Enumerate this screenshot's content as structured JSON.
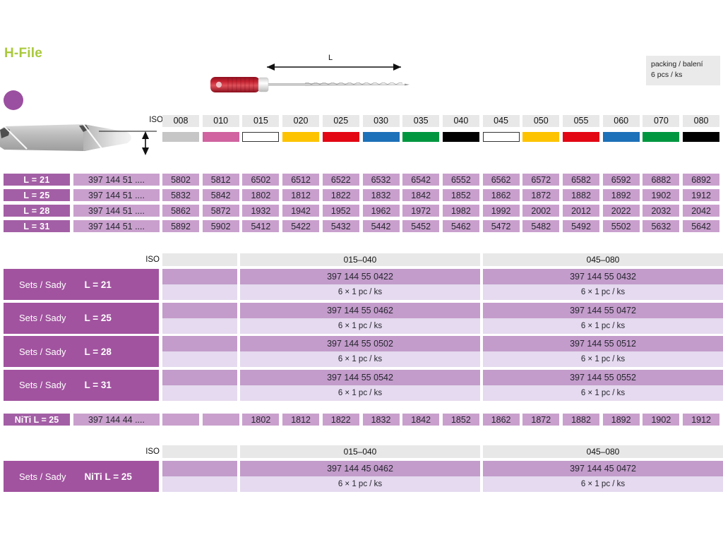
{
  "header": {
    "title": "H-File",
    "packing_line1": "packing / balení",
    "packing_line2": "6 pcs / ks",
    "length_label": "L"
  },
  "iso": {
    "label": "ISO",
    "sizes": [
      "008",
      "010",
      "015",
      "020",
      "025",
      "030",
      "035",
      "040",
      "045",
      "050",
      "055",
      "060",
      "070",
      "080"
    ],
    "colors": [
      "#c6c6c6",
      "#d063a0",
      "#ffffff",
      "#fdc300",
      "#e30613",
      "#1d71b8",
      "#009640",
      "#000000",
      "#ffffff",
      "#fdc300",
      "#e30613",
      "#1d71b8",
      "#009640",
      "#000000"
    ],
    "outlined": [
      false,
      false,
      true,
      false,
      false,
      false,
      false,
      false,
      true,
      false,
      false,
      false,
      false,
      false
    ]
  },
  "main_table": {
    "rows": [
      {
        "length": "L = 21",
        "article": "397 144 51 ....",
        "codes": [
          "5802",
          "5812",
          "6502",
          "6512",
          "6522",
          "6532",
          "6542",
          "6552",
          "6562",
          "6572",
          "6582",
          "6592",
          "6882",
          "6892"
        ]
      },
      {
        "length": "L = 25",
        "article": "397 144 51 ....",
        "codes": [
          "5832",
          "5842",
          "1802",
          "1812",
          "1822",
          "1832",
          "1842",
          "1852",
          "1862",
          "1872",
          "1882",
          "1892",
          "1902",
          "1912"
        ]
      },
      {
        "length": "L = 28",
        "article": "397 144 51 ....",
        "codes": [
          "5862",
          "5872",
          "1932",
          "1942",
          "1952",
          "1962",
          "1972",
          "1982",
          "1992",
          "2002",
          "2012",
          "2022",
          "2032",
          "2042"
        ]
      },
      {
        "length": "L = 31",
        "article": "397 144 51 ....",
        "codes": [
          "5892",
          "5902",
          "5412",
          "5422",
          "5432",
          "5442",
          "5452",
          "5462",
          "5472",
          "5482",
          "5492",
          "5502",
          "5632",
          "5642"
        ]
      }
    ]
  },
  "sets": {
    "iso_label": "ISO",
    "range_1": "015–040",
    "range_2": "045–080",
    "sets_text": "Sets / Sady",
    "qty": "6 × 1 pc / ks",
    "rows": [
      {
        "length": "L = 21",
        "art_1": "397 144 55 0422",
        "art_2": "397 144 55 0432"
      },
      {
        "length": "L = 25",
        "art_1": "397 144 55 0462",
        "art_2": "397 144 55 0472"
      },
      {
        "length": "L = 28",
        "art_1": "397 144 55 0502",
        "art_2": "397 144 55 0512"
      },
      {
        "length": "L = 31",
        "art_1": "397 144 55 0542",
        "art_2": "397 144 55 0552"
      }
    ]
  },
  "niti_row": {
    "label": "NiTi  L = 25",
    "article": "397 144 44 ....",
    "codes": [
      "",
      "",
      "1802",
      "1812",
      "1822",
      "1832",
      "1842",
      "1852",
      "1862",
      "1872",
      "1882",
      "1892",
      "1902",
      "1912"
    ]
  },
  "niti_sets": {
    "iso_label": "ISO",
    "range_1": "015–040",
    "range_2": "045–080",
    "sets_text": "Sets / Sady",
    "length": "NiTi  L = 25",
    "art_1": "397 144 45 0462",
    "art_2": "397 144 45 0472",
    "qty": "6 × 1 pc / ks"
  }
}
